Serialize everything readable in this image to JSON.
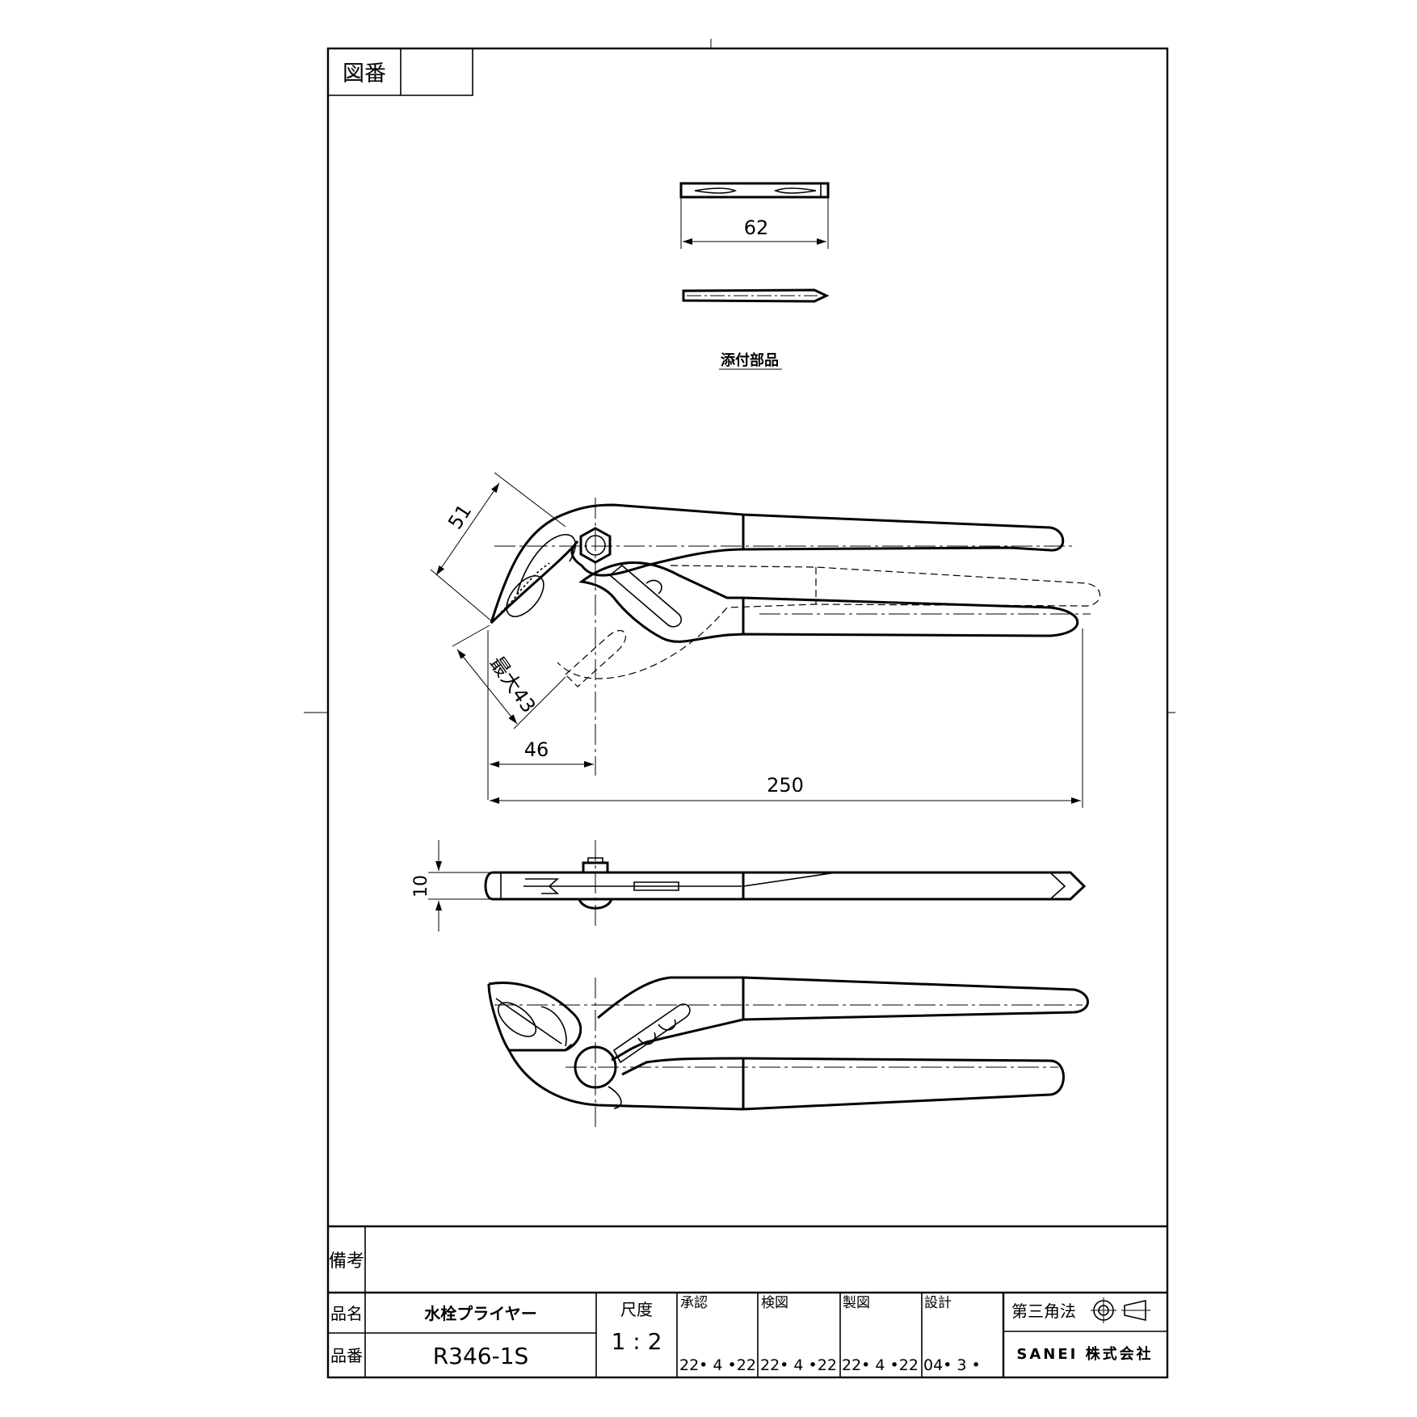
{
  "title_block": {
    "drawing_number_label": "図番",
    "drawing_number_value": "",
    "remarks_label": "備考",
    "remarks_value": "",
    "product_name_label": "品名",
    "product_name": "水栓プライヤー",
    "part_number_label": "品番",
    "part_number": "R346-1S",
    "scale_label": "尺度",
    "scale_value": "1 : 2",
    "approved_label": "承認",
    "approved_date": "22• 4 •22",
    "checked_label": "検図",
    "checked_date": "22• 4 •22",
    "drafted_label": "製図",
    "drafted_date": "22• 4 •22",
    "designed_label": "設計",
    "designed_date": "04• 3 •",
    "projection_label": "第三角法",
    "company": "SANEI 株式会社"
  },
  "drawing": {
    "accessory_caption": "添付部品",
    "dim_accessory_length": "62",
    "dim_jaw_length": "51",
    "dim_max_opening": "最大43",
    "dim_pivot_offset": "46",
    "dim_overall_length": "250",
    "dim_thickness": "10"
  }
}
